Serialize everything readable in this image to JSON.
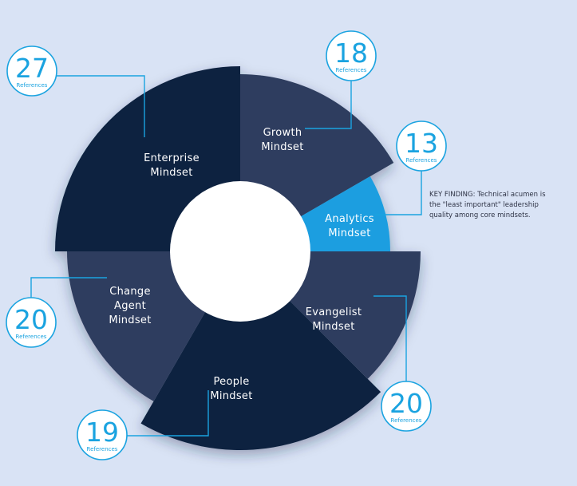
{
  "chart_data": {
    "type": "pie",
    "variant": "polar-area-donut",
    "unit": "References",
    "colors": {
      "background": "#d9e3f5",
      "dark_navy": "#0f2040",
      "slate": "#2e3e5e",
      "highlight": "#1a9ee0",
      "hole": "#ffffff",
      "accent_line": "#1aa3e0"
    },
    "segments": [
      {
        "label": "Enterprise\nMindset",
        "value": 27,
        "unit_label": "References",
        "color": "dark_navy"
      },
      {
        "label": "Growth\nMindset",
        "value": 18,
        "unit_label": "References",
        "color": "slate"
      },
      {
        "label": "Analytics\nMindset",
        "value": 13,
        "unit_label": "References",
        "color": "highlight"
      },
      {
        "label": "Evangelist\nMindset",
        "value": 20,
        "unit_label": "References",
        "color": "slate"
      },
      {
        "label": "People\nMindset",
        "value": 19,
        "unit_label": "References",
        "color": "dark_navy"
      },
      {
        "label": "Change\nAgent\nMindset",
        "value": 20,
        "unit_label": "References",
        "color": "slate"
      }
    ],
    "annotation": "KEY FINDING: Technical acumen is the \"least important\" leadership quality among core mindsets."
  }
}
